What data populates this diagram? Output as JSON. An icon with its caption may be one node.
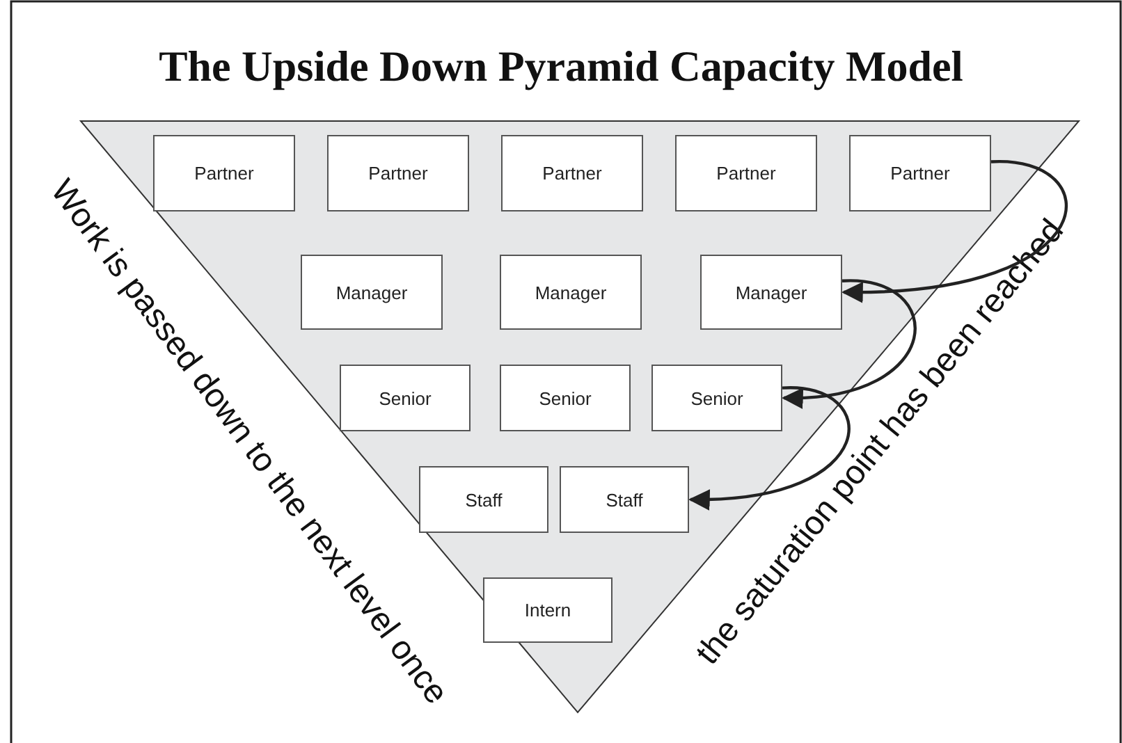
{
  "diagram": {
    "title": "The Upside Down Pyramid Capacity Model",
    "nodes": [
      {
        "text": [
          "Partner"
        ]
      },
      {
        "text": [
          "Partner"
        ]
      },
      {
        "text": [
          "Partner"
        ]
      },
      {
        "text": [
          "Partner"
        ]
      },
      {
        "text": [
          "Partner"
        ]
      },
      {
        "text": [
          "Manager"
        ]
      },
      {
        "text": [
          "Manager"
        ]
      },
      {
        "text": [
          "Manager"
        ]
      },
      {
        "text": [
          "Senior"
        ]
      },
      {
        "text": [
          "Senior"
        ]
      },
      {
        "text": [
          "Senior"
        ]
      },
      {
        "text": [
          "Staff"
        ]
      },
      {
        "text": [
          "Staff"
        ]
      },
      {
        "text": [
          "Intern"
        ]
      }
    ],
    "edges": [
      {
        "from": 4,
        "to": 7,
        "arrow": "to"
      },
      {
        "from": 7,
        "to": 10,
        "arrow": "to"
      },
      {
        "from": 10,
        "to": 12,
        "arrow": "to"
      }
    ],
    "labels": [
      "Work is passed down to the next level once",
      "the saturation point has been reached"
    ]
  }
}
